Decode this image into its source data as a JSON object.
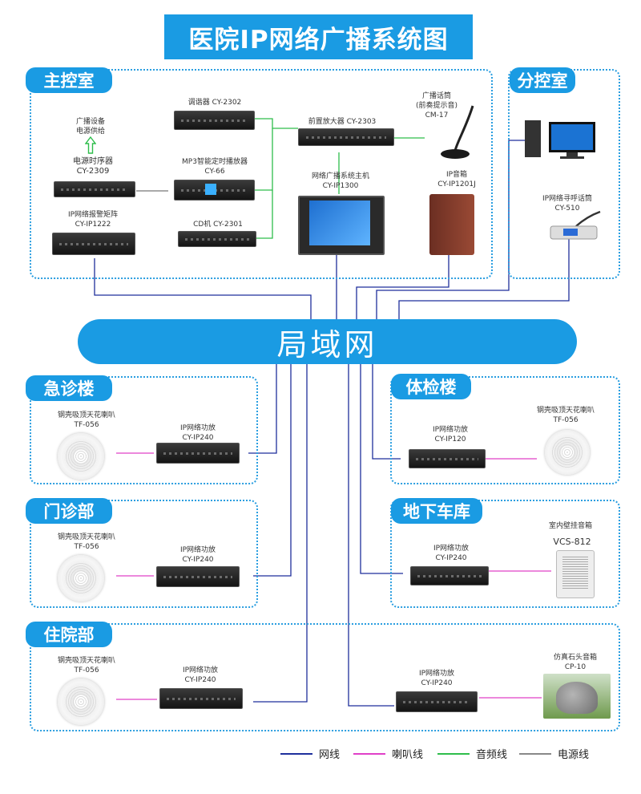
{
  "title": "医院IP网络广播系统图",
  "lan_label": "局域网",
  "colors": {
    "primary": "#1a9be3",
    "network": "#1f2f9c",
    "speaker": "#e040c8",
    "audio": "#2ebd4b",
    "power": "#888888"
  },
  "zones": {
    "main": "主控室",
    "sub": "分控室",
    "emergency": "急诊楼",
    "checkup": "体检楼",
    "outpatient": "门诊部",
    "garage": "地下车库",
    "inpatient": "住院部"
  },
  "main_devices": {
    "power_supply": "广播设备\n电源供给",
    "sequencer": "电源时序器\nCY-2309",
    "matrix": "IP网络报警矩阵\nCY-IP1222",
    "tuner": "调谐器  CY-2302",
    "mp3": "MP3智能定时播放器\nCY-66",
    "cd": "CD机  CY-2301",
    "preamp": "前置放大器  CY-2303",
    "host": "网络广播系统主机\nCY-IP1300",
    "mic": "广播话筒\n(前奏提示音)\nCM-17",
    "ip_speaker": "IP音箱\nCY-IP1201J"
  },
  "sub_devices": {
    "paging_mic": "IP网络寻呼话筒\nCY-510"
  },
  "zone_devices": {
    "emergency_speaker": "钢壳吸顶天花喇叭\nTF-056",
    "emergency_amp": "IP网络功放\nCY-IP240",
    "checkup_amp": "IP网络功放\nCY-IP120",
    "checkup_speaker": "钢壳吸顶天花喇叭\nTF-056",
    "outpatient_speaker": "钢壳吸顶天花喇叭\nTF-056",
    "outpatient_amp": "IP网络功放\nCY-IP240",
    "garage_amp": "IP网络功放\nCY-IP240",
    "garage_speaker_name": "室内壁挂音箱",
    "garage_speaker_model": "VCS-812",
    "inpatient_speaker": "钢壳吸顶天花喇叭\nTF-056",
    "inpatient_amp": "IP网络功放\nCY-IP240",
    "inpatient_right_amp": "IP网络功放\nCY-IP240",
    "rock_speaker": "仿真石头音箱\nCP-10"
  },
  "legend": {
    "network": "网线",
    "speaker": "喇叭线",
    "audio": "音频线",
    "power": "电源线"
  }
}
